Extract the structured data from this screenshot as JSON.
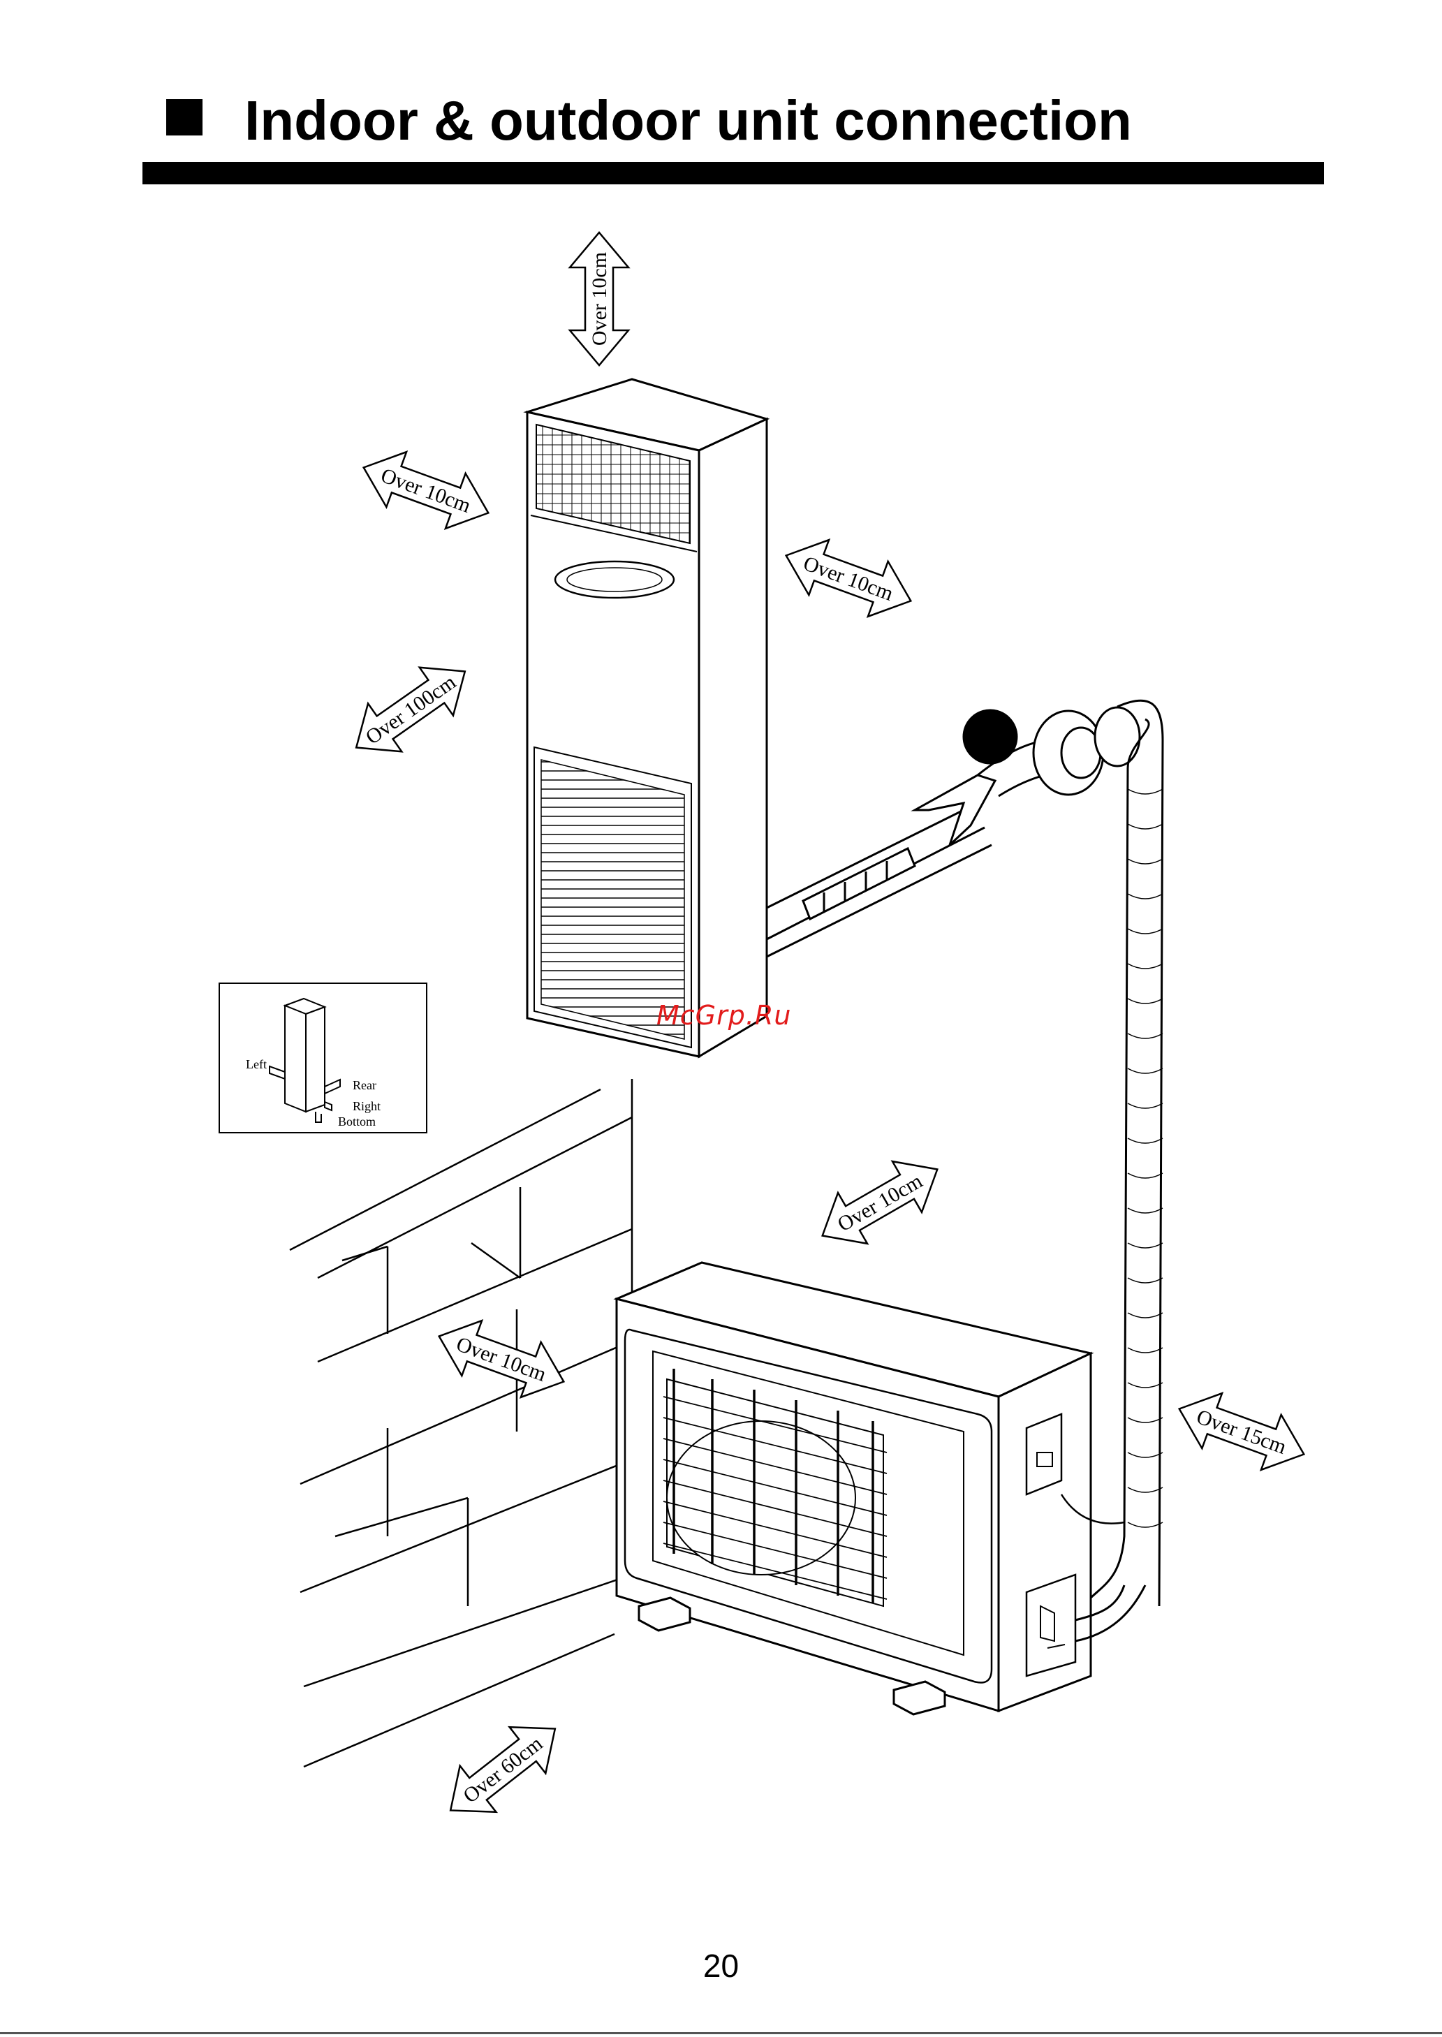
{
  "header": {
    "title": "Indoor & outdoor unit connection"
  },
  "clearances": {
    "top": "Over 10cm",
    "indoor_left": "Over 10cm",
    "indoor_right": "Over 10cm",
    "indoor_front": "Over 100cm",
    "outdoor_back": "Over 10cm",
    "outdoor_wall": "Over 10cm",
    "outdoor_side": "Over 15cm",
    "outdoor_front": "Over 60cm"
  },
  "pipe_direction_inset": {
    "left": "Left",
    "rear": "Rear",
    "right": "Right",
    "bottom": "Bottom"
  },
  "watermark": "McGrp.Ru",
  "footer": {
    "page_number": "20"
  }
}
